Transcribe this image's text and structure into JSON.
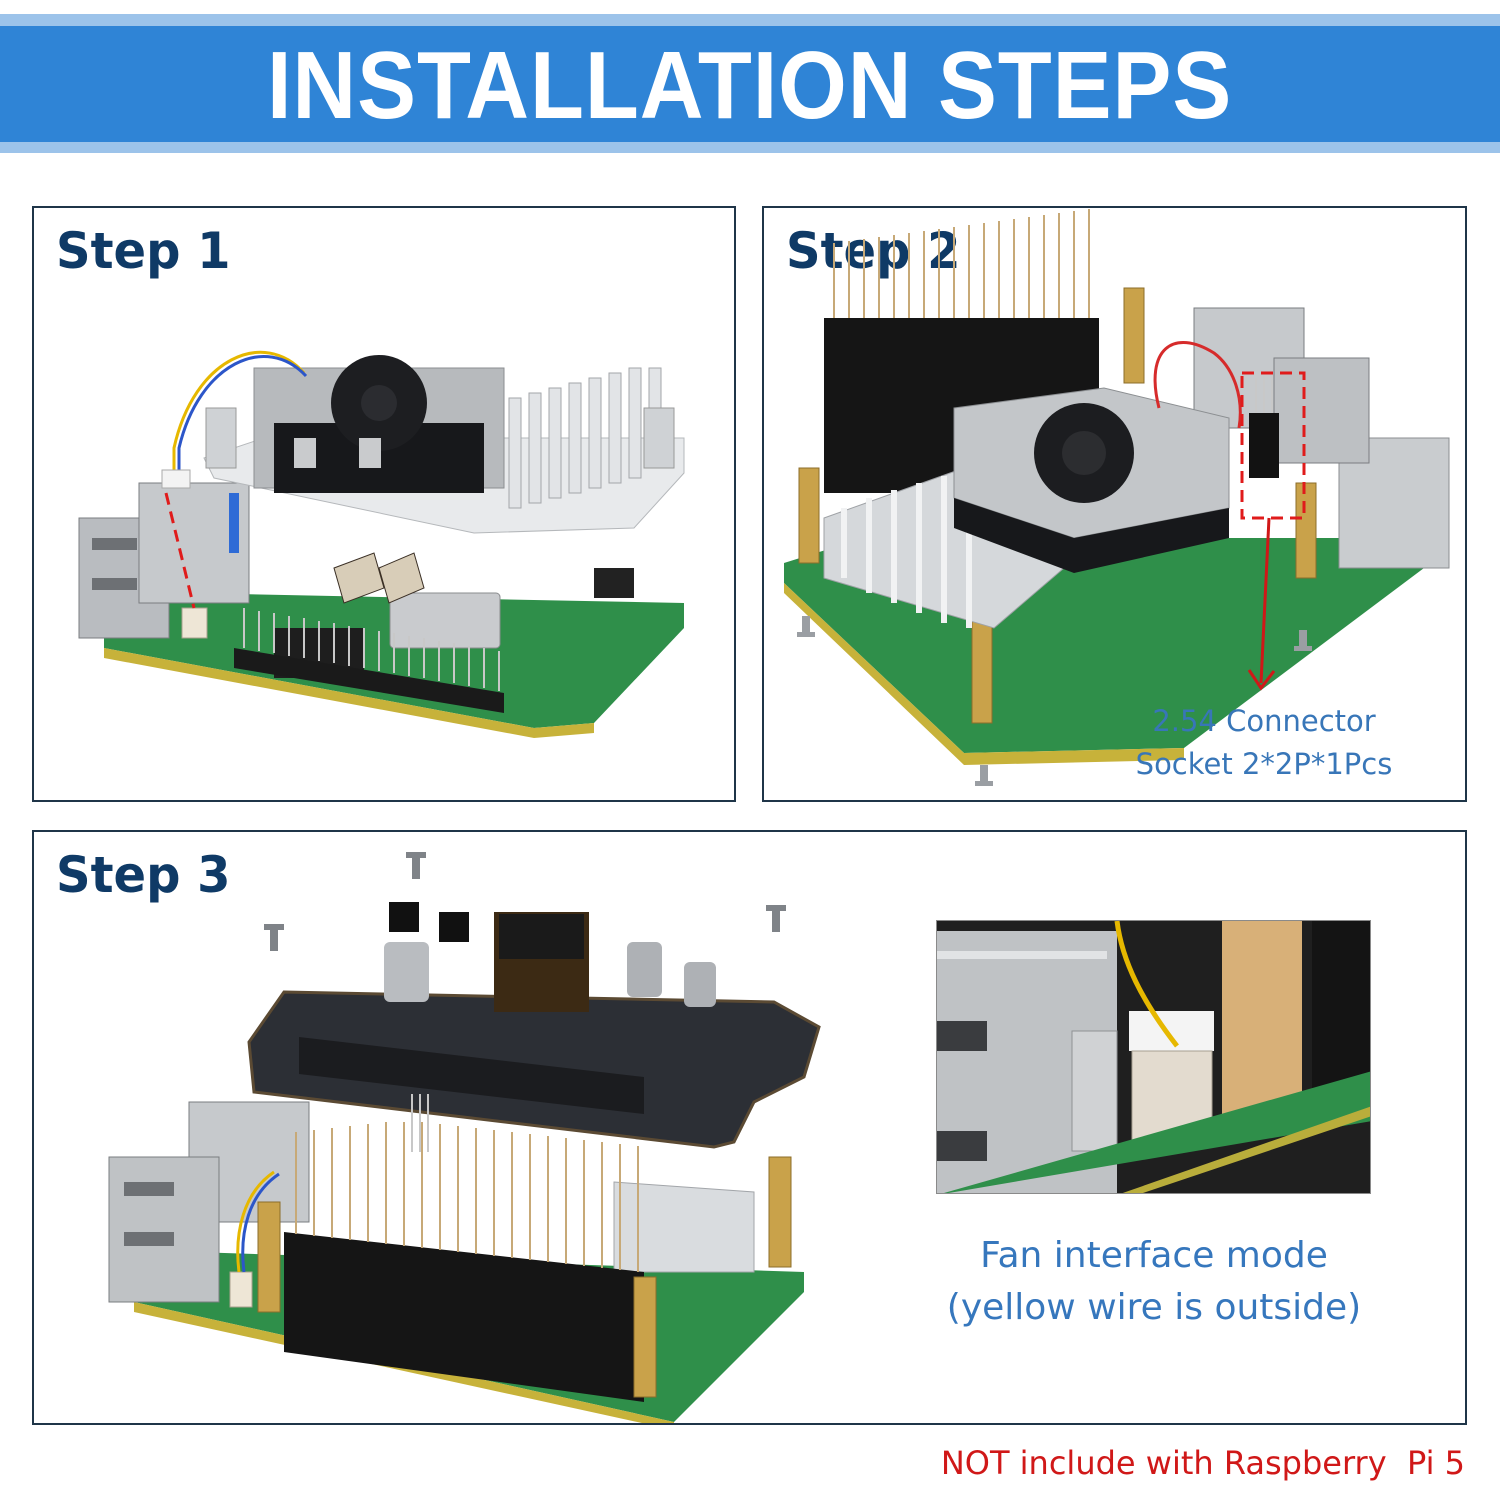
{
  "banner": {
    "title": "INSTALLATION STEPS",
    "colors": {
      "core": "#2f84d6",
      "stripe": "#9cc3ea",
      "text": "#ffffff"
    }
  },
  "steps": [
    {
      "label": "Step 1",
      "illustration": "Raspberry Pi 5 board with active cooler (fan + heatsink) lifted above it; red dashed line from fan cable plug to board fan connector"
    },
    {
      "label": "Step 2",
      "illustration": "40-pin stacking header and brass standoffs above Raspberry Pi 5 with active cooler installed; red dashed box marks 2x2 pin socket with arrow",
      "callout": {
        "line1": "2.54 Connector",
        "line2": "Socket 2*2P*1Pcs",
        "color": "#3876b8"
      }
    },
    {
      "label": "Step 3",
      "illustration": "PoE HAT board with screws lowered onto Raspberry Pi 5 fitted with stacking header, standoffs and cooler",
      "inset": {
        "illustration": "Close-up of fan cable connector plugged in beside USB port, yellow wire on outside"
      },
      "caption": {
        "line1": "Fan interface mode",
        "line2": "(yellow wire is outside)",
        "color": "#3677bd"
      }
    }
  ],
  "footer": {
    "note": "NOT include with Raspberry  Pi 5",
    "color": "#d01818"
  },
  "colors": {
    "step_title": "#0f3a66",
    "box_border": "#1f3548"
  }
}
